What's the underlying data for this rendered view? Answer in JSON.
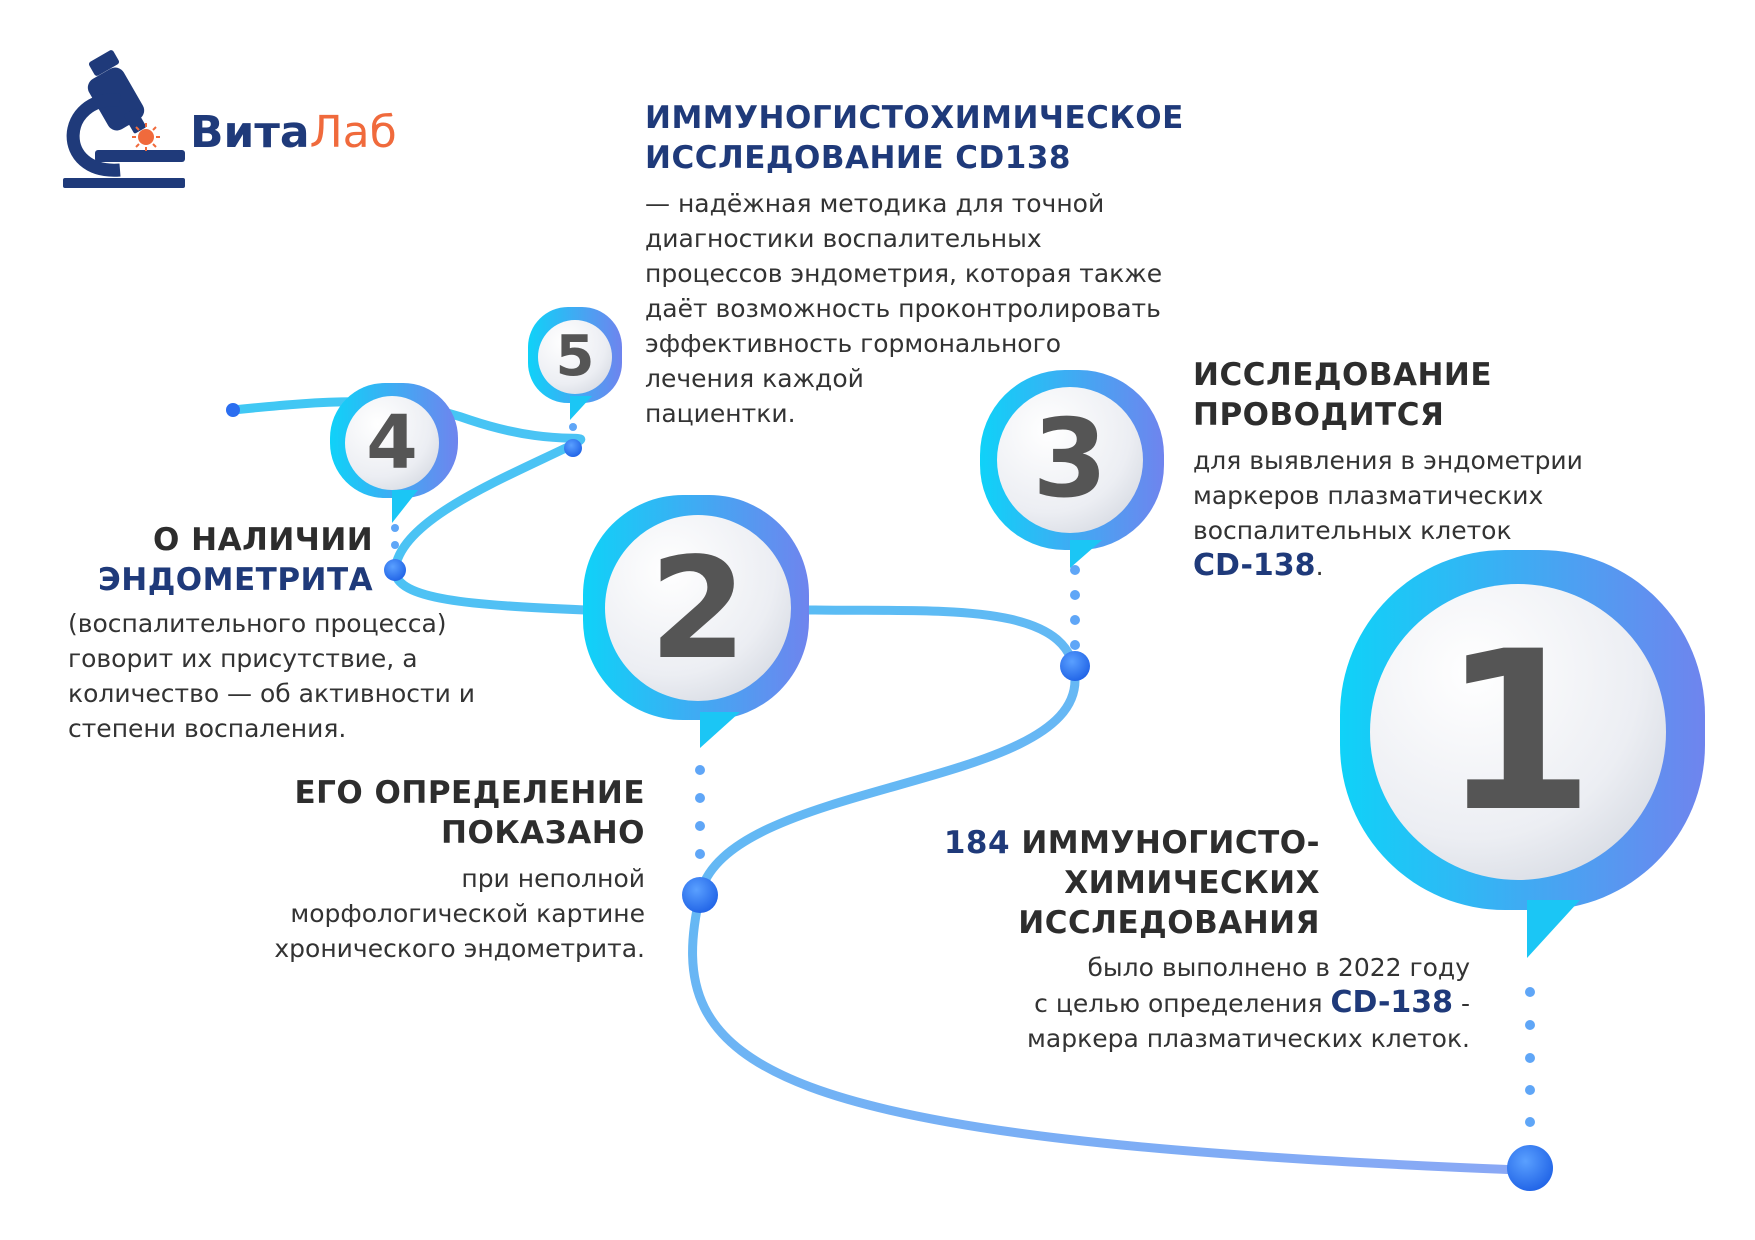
{
  "logo": {
    "part1": "Вита",
    "part2": "Лаб"
  },
  "steps": [
    {
      "number": "1",
      "title_accent": "184",
      "title_lines": [
        "ИММУНОГИСТО-",
        "ХИМИЧЕСКИХ",
        "ИССЛЕДОВАНИЯ"
      ],
      "text_line1": "было выполнено в 2022 году",
      "text_line2_pre": "с целью определения ",
      "text_line2_accent": "CD-138",
      "text_line2_post": " -",
      "text_line3": "маркера плазматических клеток."
    },
    {
      "number": "2",
      "title_lines": [
        "ЕГО ОПРЕДЕЛЕНИЕ",
        "ПОКАЗАНО"
      ],
      "text_lines": [
        "при неполной",
        "морфологической картине",
        "хронического эндометрита."
      ]
    },
    {
      "number": "3",
      "title_lines": [
        "ИССЛЕДОВАНИЕ",
        "ПРОВОДИТСЯ"
      ],
      "text_lines": [
        "для выявления в эндометрии",
        "маркеров плазматических",
        "воспалительных клеток"
      ],
      "text_accent": "CD-138",
      "text_accent_post": "."
    },
    {
      "number": "4",
      "title_lines": [
        "О НАЛИЧИИ",
        "ЭНДОМЕТРИТА"
      ],
      "text_lines": [
        "(воспалительного процесса)",
        "говорит их присутствие, а",
        "количество — об активности и",
        "степени воспаления."
      ]
    },
    {
      "number": "5",
      "title_lines": [
        "ИММУНОГИСТОХИМИЧЕСКОЕ",
        "ИССЛЕДОВАНИЕ CD138"
      ],
      "text_lines": [
        "— надёжная методика для точной",
        "диагностики воспалительных",
        "процессов эндометрия, которая также",
        "даёт возможность проконтролировать",
        "эффективность гормонального",
        "лечения каждой",
        "пациентки."
      ]
    }
  ],
  "colors": {
    "navy": "#1f3a7a",
    "orange": "#f06a3c",
    "cyan": "#19c6f5",
    "blue": "#4a79f0",
    "text": "#333333"
  }
}
